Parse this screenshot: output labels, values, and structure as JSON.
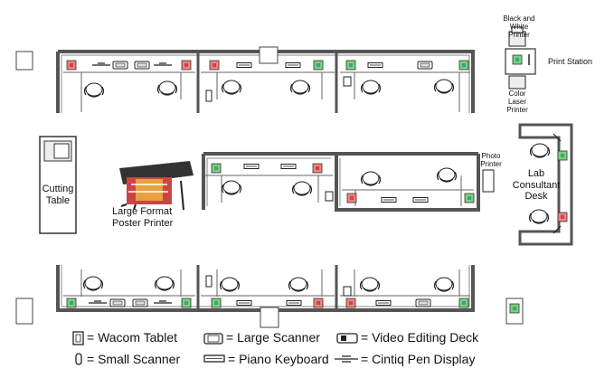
{
  "labels": {
    "bw_printer": [
      "Black and",
      "White Printer"
    ],
    "print_station": "Print Station",
    "color_laser": [
      "Color Laser",
      "Printer"
    ],
    "cutting_table": [
      "Cutting",
      "Table"
    ],
    "large_format": [
      "Large Format",
      "Poster Printer"
    ],
    "photo_printer": [
      "Photo",
      "Printer"
    ],
    "lab_desk": [
      "Lab",
      "Consultant",
      "Desk"
    ]
  },
  "legend": {
    "wacom": "= Wacom Tablet",
    "large_scanner": "= Large Scanner",
    "video_deck": "= Video Editing Deck",
    "small_scanner": "= Small Scanner",
    "piano": "= Piano Keyboard",
    "cintiq": "= Cintiq Pen Display"
  }
}
